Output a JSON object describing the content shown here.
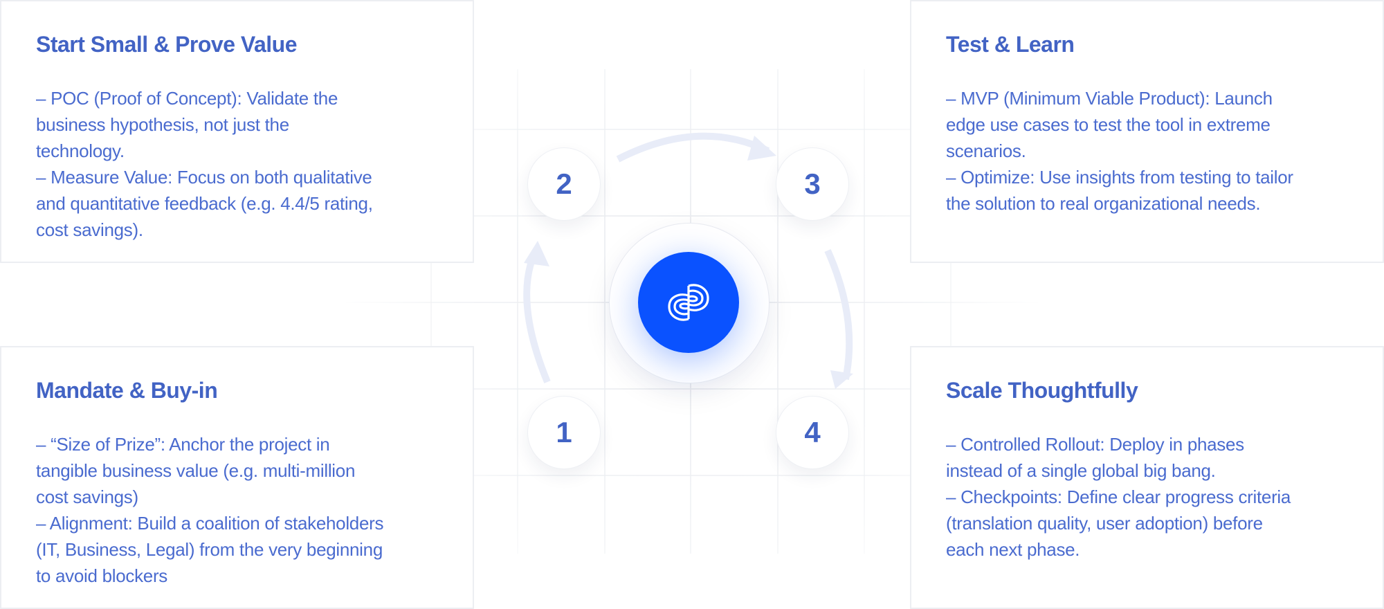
{
  "colors": {
    "accent": "#0a52ff",
    "text": "#4263c4",
    "arrow": "#e8ecf8"
  },
  "center_logo": {
    "icon": "infinity-logo-icon"
  },
  "steps": [
    {
      "number": "1",
      "title": "Mandate & Buy-in",
      "lines": [
        "– “Size of Prize”: Anchor the project in",
        "tangible business value (e.g. multi-million",
        "cost savings)",
        "– Alignment: Build a coalition of stakeholders",
        "(IT, Business, Legal) from the very beginning",
        "to avoid blockers"
      ]
    },
    {
      "number": "2",
      "title": "Start Small & Prove Value",
      "lines": [
        "– POC (Proof of Concept): Validate the",
        "business hypothesis, not just the",
        "technology.",
        "– Measure Value: Focus on both qualitative",
        "and quantitative feedback (e.g. 4.4/5 rating,",
        "cost savings)."
      ]
    },
    {
      "number": "3",
      "title": "Test & Learn",
      "lines": [
        "– MVP (Minimum Viable Product): Launch",
        "edge use cases to test the tool in extreme",
        "scenarios.",
        "– Optimize: Use insights from testing to tailor",
        "the solution to real organizational needs."
      ]
    },
    {
      "number": "4",
      "title": "Scale Thoughtfully",
      "lines": [
        "– Controlled Rollout: Deploy in phases",
        "instead of a single global big bang.",
        "– Checkpoints: Define clear progress criteria",
        "(translation quality, user adoption) before",
        "each next phase."
      ]
    }
  ]
}
